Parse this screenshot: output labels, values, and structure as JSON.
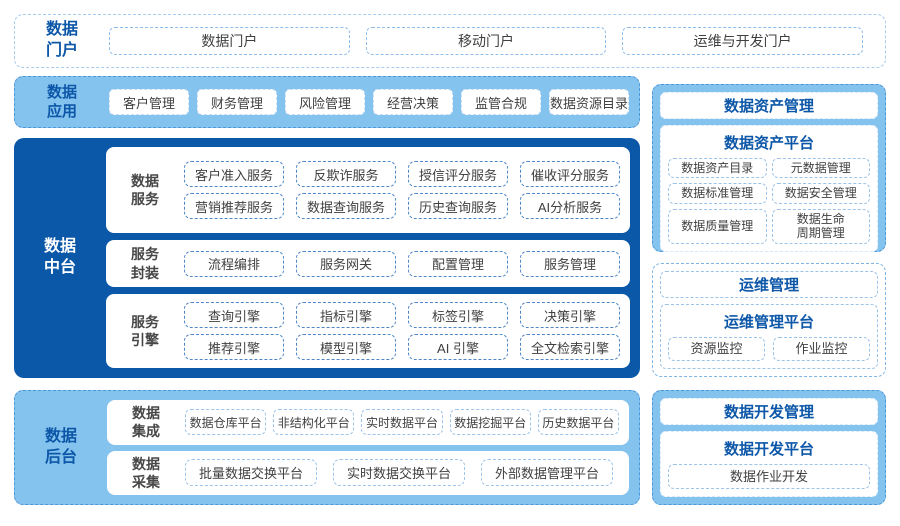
{
  "colors": {
    "primary_dark_blue": "#0B57A8",
    "light_blue_fill": "#85C3EF",
    "title_blue_text": "#0D57A8",
    "dark_panel_chip_border": "#4E86C6",
    "light_chip_border": "#9CC3E8",
    "chip_text": "#404040"
  },
  "portal": {
    "label_lines": [
      "数据",
      "门户"
    ],
    "items": [
      "数据门户",
      "移动门户",
      "运维与开发门户"
    ]
  },
  "apps": {
    "label_lines": [
      "数据",
      "应用"
    ],
    "items": [
      "客户管理",
      "财务管理",
      "风险管理",
      "经营决策",
      "监管合规",
      "数据资源目录"
    ]
  },
  "middle": {
    "label_lines": [
      "数据",
      "中台"
    ],
    "groups": [
      {
        "label_lines": [
          "数据",
          "服务"
        ],
        "rows": [
          [
            "客户准入服务",
            "反欺诈服务",
            "授信评分服务",
            "催收评分服务"
          ],
          [
            "营销推荐服务",
            "数据查询服务",
            "历史查询服务",
            "AI分析服务"
          ]
        ]
      },
      {
        "label_lines": [
          "服务",
          "封装"
        ],
        "rows": [
          [
            "流程编排",
            "服务网关",
            "配置管理",
            "服务管理"
          ]
        ]
      },
      {
        "label_lines": [
          "服务",
          "引擎"
        ],
        "rows": [
          [
            "查询引擎",
            "指标引擎",
            "标签引擎",
            "决策引擎"
          ],
          [
            "推荐引擎",
            "模型引擎",
            "AI 引擎",
            "全文检索引擎"
          ]
        ]
      }
    ]
  },
  "backend": {
    "label_lines": [
      "数据",
      "后台"
    ],
    "groups": [
      {
        "label_lines": [
          "数据",
          "集成"
        ],
        "rows": [
          [
            "数据仓库平台",
            "非结构化平台",
            "实时数据平台",
            "数据挖掘平台",
            "历史数据平台"
          ]
        ]
      },
      {
        "label_lines": [
          "数据",
          "采集"
        ],
        "rows": [
          [
            "批量数据交换平台",
            "实时数据交换平台",
            "外部数据管理平台"
          ]
        ]
      }
    ]
  },
  "right": {
    "asset": {
      "title": "数据资产管理",
      "platform": "数据资产平台",
      "items": [
        "数据资产目录",
        "元数据管理",
        "数据标准管理",
        "数据安全管理",
        "数据质量管理",
        "数据生命周期管理"
      ]
    },
    "ops": {
      "title": "运维管理",
      "platform": "运维管理平台",
      "items": [
        "资源监控",
        "作业监控"
      ]
    },
    "dev": {
      "title": "数据开发管理",
      "platform": "数据开发平台",
      "items": [
        "数据作业开发"
      ]
    }
  }
}
